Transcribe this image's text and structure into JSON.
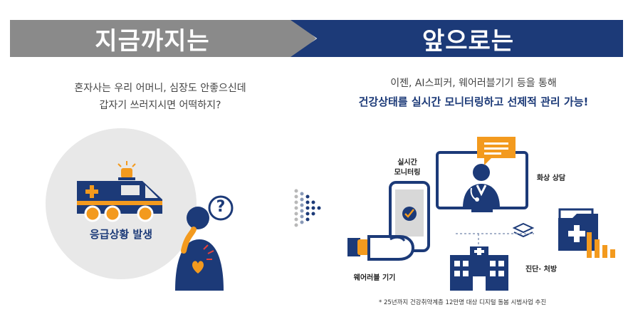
{
  "banners": {
    "past_title": "지금까지는",
    "future_title": "앞으로는"
  },
  "left": {
    "line1": "혼자사는 우리 어머니, 심장도 안좋으신데",
    "line2": "갑자기 쓰러지시면 어떡하지?",
    "emergency_label": "응급상황 발생",
    "question_mark": "?"
  },
  "right": {
    "line1": "이젠, AI스피커, 웨어러블기기 등을 통해",
    "line2": "건강상태를 실시간 모니터링하고 선제적 관리 가능!",
    "monitor_label_1": "실시간",
    "monitor_label_2": "모니터링",
    "video_consult_label": "화상 상담",
    "wearable_label": "웨어러블 기기",
    "diagnosis_label": "진단· 처방",
    "footnote": "* 25년까지 건강취약계층 12만명 대상 디지털 돌봄 시범사업 추진"
  },
  "colors": {
    "navy": "#1c3a78",
    "gray_banner": "#8a8a8a",
    "orange": "#f39a1e",
    "light_gray": "#e8e8e8"
  },
  "icons": [
    "ambulance-icon",
    "siren-icon",
    "person-chest-pain-icon",
    "question-bubble-icon",
    "dot-arrow-icon",
    "smartphone-icon",
    "video-monitor-icon",
    "doctor-icon",
    "chat-bubble-icon",
    "wristwatch-icon",
    "hospital-icon",
    "folder-medical-icon",
    "bar-chart-icon",
    "layers-icon"
  ]
}
